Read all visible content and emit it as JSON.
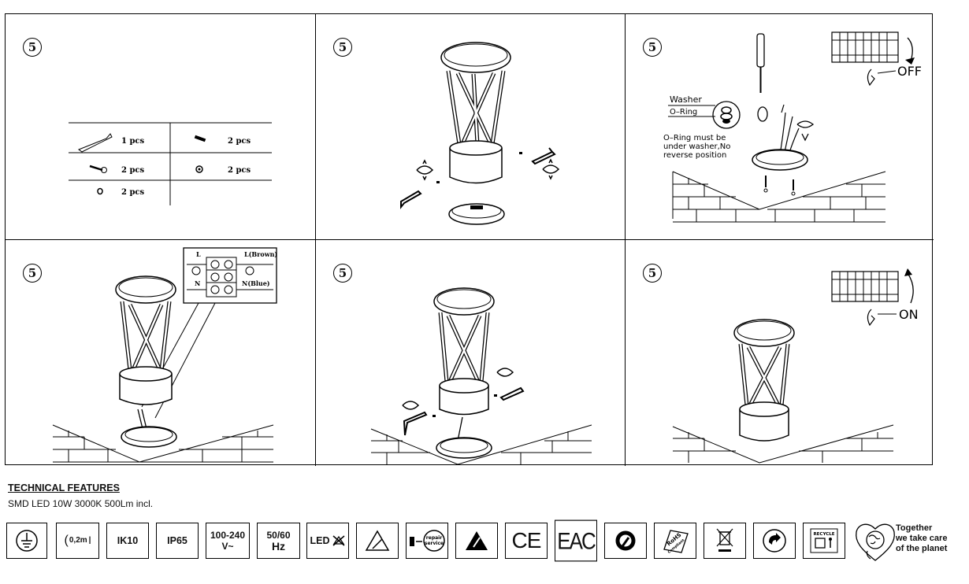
{
  "steps": [
    {
      "number": "5"
    },
    {
      "number": "5"
    },
    {
      "number": "5"
    },
    {
      "number": "5"
    },
    {
      "number": "5"
    },
    {
      "number": "5"
    }
  ],
  "parts_table": {
    "row1_left_qty": "1 pcs",
    "row1_right_qty": "2 pcs",
    "row2_left_qty": "2 pcs",
    "row2_right_qty": "2 pcs",
    "row3_left_qty": "2 pcs"
  },
  "step3_labels": {
    "washer": "Washer",
    "oring": "O–Ring",
    "note_line1": "O–Ring must be",
    "note_line2": "under washer,No",
    "note_line3": "reverse position",
    "off": "OFF"
  },
  "step4_labels": {
    "l": "L",
    "l_brown": "L(Brown)",
    "n": "N",
    "n_blue": "N(Blue)"
  },
  "step6_labels": {
    "on": "ON"
  },
  "technical": {
    "title": "TECHNICAL FEATURES",
    "text": "SMD LED 10W 3000K 500Lm incl."
  },
  "icons": {
    "distance": "0,2m",
    "ik": "IK10",
    "ip": "IP65",
    "voltage_line1": "100-240",
    "voltage_line2": "V~",
    "freq_line1": "50/60",
    "freq_line2": "Hz",
    "led": "LED",
    "repair_line1": "repair",
    "repair_line2": "service",
    "ce": "CE",
    "eac": "EAC",
    "rohs": "RoHS",
    "compliant": "Compliant",
    "recycle": "RECYCLE",
    "planet_line1": "Together",
    "planet_line2": "we take care",
    "planet_line3": "of the planet"
  }
}
